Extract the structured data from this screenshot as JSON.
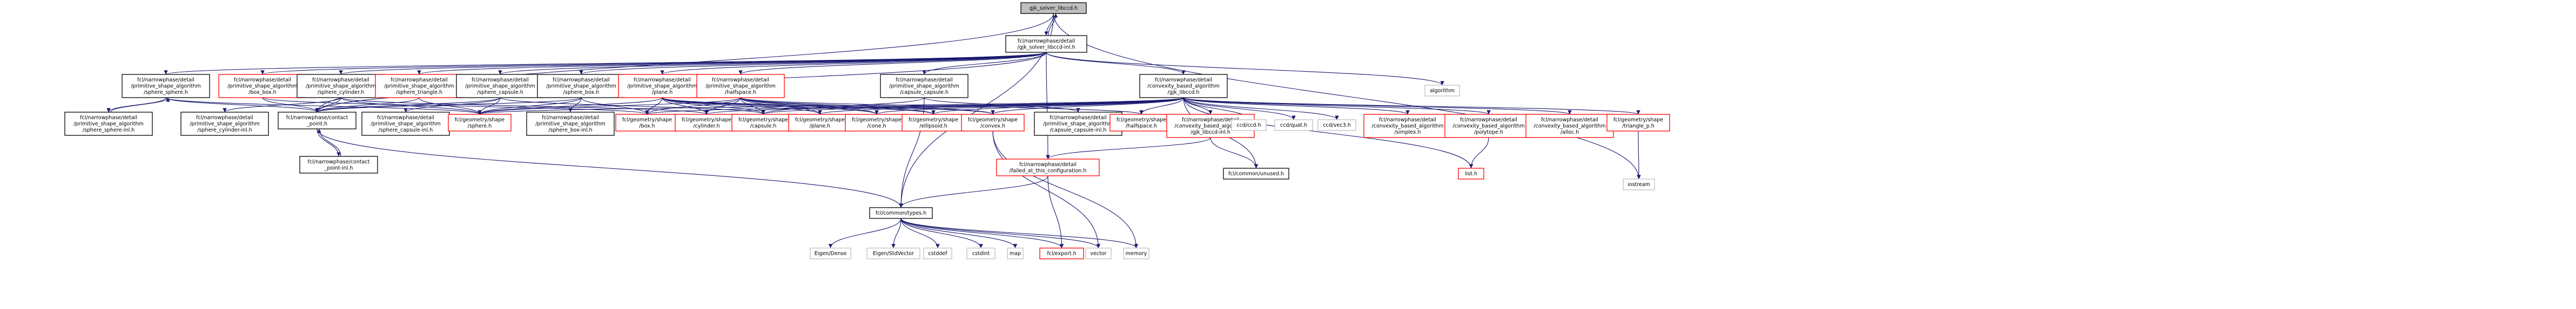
{
  "colors": {
    "edge": "#191970",
    "node_border": "#000000",
    "missing_border": "#ff0000",
    "external_border": "#bfbfbf",
    "root_fill": "#bfbfbf",
    "background": "#ffffff"
  },
  "nodes": [
    {
      "id": "root",
      "lines": [
        "gjk_solver_libccd.h"
      ],
      "style": "root"
    },
    {
      "id": "gjkinl",
      "lines": [
        "fcl/narrowphase/detail",
        "/gjk_solver_libccd-inl.h"
      ],
      "style": "black"
    },
    {
      "id": "sphsph",
      "lines": [
        "fcl/narrowphase/detail",
        "/primitive_shape_algorithm",
        "/sphere_sphere.h"
      ],
      "style": "black"
    },
    {
      "id": "sphbox",
      "lines": [
        "fcl/narrowphase/detail",
        "/primitive_shape_algorithm",
        "/box_box.h"
      ],
      "style": "red"
    },
    {
      "id": "sphcyl",
      "lines": [
        "fcl/narrowphase/detail",
        "/primitive_shape_algorithm",
        "/sphere_cylinder.h"
      ],
      "style": "black"
    },
    {
      "id": "sphtri",
      "lines": [
        "fcl/narrowphase/detail",
        "/primitive_shape_algorithm",
        "/sphere_triangle.h"
      ],
      "style": "red"
    },
    {
      "id": "sphcap",
      "lines": [
        "fcl/narrowphase/detail",
        "/primitive_shape_algorithm",
        "/sphere_capsule.h"
      ],
      "style": "black"
    },
    {
      "id": "sphbx",
      "lines": [
        "fcl/narrowphase/detail",
        "/primitive_shape_algorithm",
        "/sphere_box.h"
      ],
      "style": "black"
    },
    {
      "id": "plane",
      "lines": [
        "fcl/narrowphase/detail",
        "/primitive_shape_algorithm",
        "/plane.h"
      ],
      "style": "red"
    },
    {
      "id": "halfsp",
      "lines": [
        "fcl/narrowphase/detail",
        "/primitive_shape_algorithm",
        "/halfspace.h"
      ],
      "style": "red"
    },
    {
      "id": "capcap",
      "lines": [
        "fcl/narrowphase/detail",
        "/primitive_shape_algorithm",
        "/capsule_capsule.h"
      ],
      "style": "black"
    },
    {
      "id": "gjklibccd",
      "lines": [
        "fcl/narrowphase/detail",
        "/convexity_based_algorithm",
        "/gjk_libccd.h"
      ],
      "style": "black"
    },
    {
      "id": "algorithm",
      "lines": [
        "algorithm"
      ],
      "style": "grey"
    },
    {
      "id": "sphsphinl",
      "lines": [
        "fcl/narrowphase/detail",
        "/primitive_shape_algorithm",
        "/sphere_sphere-inl.h"
      ],
      "style": "black"
    },
    {
      "id": "contact",
      "lines": [
        "fcl/narrowphase/contact",
        "_point.h"
      ],
      "style": "black"
    },
    {
      "id": "sphcylinl",
      "lines": [
        "fcl/narrowphase/detail",
        "/primitive_shape_algorithm",
        "/sphere_cylinder-inl.h"
      ],
      "style": "black"
    },
    {
      "id": "sphcapinl",
      "lines": [
        "fcl/narrowphase/detail",
        "/primitive_shape_algorithm",
        "/sphere_capsule-inl.h"
      ],
      "style": "black"
    },
    {
      "id": "geosphere",
      "lines": [
        "fcl/geometry/shape",
        "/sphere.h"
      ],
      "style": "red"
    },
    {
      "id": "sphboxinl",
      "lines": [
        "fcl/narrowphase/detail",
        "/primitive_shape_algorithm",
        "/sphere_box-inl.h"
      ],
      "style": "black"
    },
    {
      "id": "geobox",
      "lines": [
        "fcl/geometry/shape",
        "/box.h"
      ],
      "style": "red"
    },
    {
      "id": "geocyl",
      "lines": [
        "fcl/geometry/shape",
        "/cylinder.h"
      ],
      "style": "red"
    },
    {
      "id": "geocap",
      "lines": [
        "fcl/geometry/shape",
        "/capsule.h"
      ],
      "style": "red"
    },
    {
      "id": "geoplane",
      "lines": [
        "fcl/geometry/shape",
        "/plane.h"
      ],
      "style": "red"
    },
    {
      "id": "geocone",
      "lines": [
        "fcl/geometry/shape",
        "/cone.h"
      ],
      "style": "red"
    },
    {
      "id": "geoell",
      "lines": [
        "fcl/geometry/shape",
        "/ellipsoid.h"
      ],
      "style": "red"
    },
    {
      "id": "geoconvex",
      "lines": [
        "fcl/geometry/shape",
        "/convex.h"
      ],
      "style": "red"
    },
    {
      "id": "capcapinl",
      "lines": [
        "fcl/narrowphase/detail",
        "/primitive_shape_algorithm",
        "/capsule_capsule-inl.h"
      ],
      "style": "black"
    },
    {
      "id": "geohalf",
      "lines": [
        "fcl/geometry/shape",
        "/halfspace.h"
      ],
      "style": "red"
    },
    {
      "id": "gjkinl2",
      "lines": [
        "fcl/narrowphase/detail",
        "/convexity_based_algorithm",
        "/gjk_libccd-inl.h"
      ],
      "style": "red"
    },
    {
      "id": "ccd",
      "lines": [
        "ccd/ccd.h"
      ],
      "style": "grey"
    },
    {
      "id": "quat",
      "lines": [
        "ccd/quat.h"
      ],
      "style": "grey"
    },
    {
      "id": "vec3",
      "lines": [
        "ccd/vec3.h"
      ],
      "style": "grey"
    },
    {
      "id": "simplex",
      "lines": [
        "fcl/narrowphase/detail",
        "/convexity_based_algorithm",
        "/simplex.h"
      ],
      "style": "red"
    },
    {
      "id": "polytope",
      "lines": [
        "fcl/narrowphase/detail",
        "/convexity_based_algorithm",
        "/polytope.h"
      ],
      "style": "red"
    },
    {
      "id": "alloc",
      "lines": [
        "fcl/narrowphase/detail",
        "/convexity_based_algorithm",
        "/alloc.h"
      ],
      "style": "red"
    },
    {
      "id": "triangle",
      "lines": [
        "fcl/geometry/shape",
        "/triangle_p.h"
      ],
      "style": "red"
    },
    {
      "id": "contactinl",
      "lines": [
        "fcl/narrowphase/contact",
        "_point-inl.h"
      ],
      "style": "black"
    },
    {
      "id": "failed",
      "lines": [
        "fcl/narrowphase/detail",
        "/failed_at_this_configuration.h"
      ],
      "style": "red"
    },
    {
      "id": "unused",
      "lines": [
        "fcl/common/unused.h"
      ],
      "style": "black"
    },
    {
      "id": "list",
      "lines": [
        "list.h"
      ],
      "style": "red"
    },
    {
      "id": "iostream",
      "lines": [
        "iostream"
      ],
      "style": "grey"
    },
    {
      "id": "types",
      "lines": [
        "fcl/common/types.h"
      ],
      "style": "black"
    },
    {
      "id": "eigendense",
      "lines": [
        "Eigen/Dense"
      ],
      "style": "grey"
    },
    {
      "id": "eigenstd",
      "lines": [
        "Eigen/StdVector"
      ],
      "style": "grey"
    },
    {
      "id": "cstddef",
      "lines": [
        "cstddef"
      ],
      "style": "grey"
    },
    {
      "id": "cstdint",
      "lines": [
        "cstdint"
      ],
      "style": "grey"
    },
    {
      "id": "map",
      "lines": [
        "map"
      ],
      "style": "grey"
    },
    {
      "id": "export",
      "lines": [
        "fcl/export.h"
      ],
      "style": "red"
    },
    {
      "id": "vector",
      "lines": [
        "vector"
      ],
      "style": "grey"
    },
    {
      "id": "memory",
      "lines": [
        "memory"
      ],
      "style": "grey"
    }
  ],
  "edges": [
    [
      "root",
      "gjkinl"
    ],
    [
      "gjkinl",
      "root"
    ],
    [
      "root",
      "contact"
    ],
    [
      "root",
      "types"
    ],
    [
      "root",
      "iostream"
    ],
    [
      "gjkinl",
      "sphsph"
    ],
    [
      "gjkinl",
      "sphbox"
    ],
    [
      "gjkinl",
      "sphcyl"
    ],
    [
      "gjkinl",
      "sphtri"
    ],
    [
      "gjkinl",
      "sphcap"
    ],
    [
      "gjkinl",
      "sphbx"
    ],
    [
      "gjkinl",
      "plane"
    ],
    [
      "gjkinl",
      "halfsp"
    ],
    [
      "gjkinl",
      "capcap"
    ],
    [
      "gjkinl",
      "gjklibccd"
    ],
    [
      "gjkinl",
      "algorithm"
    ],
    [
      "gjkinl",
      "contact"
    ],
    [
      "gjkinl",
      "failed"
    ],
    [
      "sphsph",
      "sphsphinl"
    ],
    [
      "sphsphinl",
      "sphsph"
    ],
    [
      "sphsph",
      "contact"
    ],
    [
      "sphsph",
      "geosphere"
    ],
    [
      "sphbox",
      "contact"
    ],
    [
      "sphbox",
      "geobox"
    ],
    [
      "sphcyl",
      "sphcylinl"
    ],
    [
      "sphcyl",
      "contact"
    ],
    [
      "sphcyl",
      "geosphere"
    ],
    [
      "sphcyl",
      "geocyl"
    ],
    [
      "sphtri",
      "geosphere"
    ],
    [
      "sphtri",
      "contact"
    ],
    [
      "sphcap",
      "sphcapinl"
    ],
    [
      "sphcap",
      "contact"
    ],
    [
      "sphcap",
      "geosphere"
    ],
    [
      "sphcap",
      "geocap"
    ],
    [
      "sphbx",
      "sphboxinl"
    ],
    [
      "sphbx",
      "geobox"
    ],
    [
      "sphbx",
      "geosphere"
    ],
    [
      "sphbx",
      "contact"
    ],
    [
      "plane",
      "geoplane"
    ],
    [
      "plane",
      "geobox"
    ],
    [
      "plane",
      "geocap"
    ],
    [
      "plane",
      "geocyl"
    ],
    [
      "plane",
      "geocone"
    ],
    [
      "plane",
      "geoell"
    ],
    [
      "plane",
      "geoconvex"
    ],
    [
      "plane",
      "geosphere"
    ],
    [
      "halfsp",
      "geohalf"
    ],
    [
      "halfsp",
      "geobox"
    ],
    [
      "halfsp",
      "geocap"
    ],
    [
      "halfsp",
      "geocyl"
    ],
    [
      "halfsp",
      "geocone"
    ],
    [
      "halfsp",
      "geoell"
    ],
    [
      "halfsp",
      "geoconvex"
    ],
    [
      "halfsp",
      "geosphere"
    ],
    [
      "halfsp",
      "geoplane"
    ],
    [
      "capcap",
      "capcapinl"
    ],
    [
      "capcap",
      "geocap"
    ],
    [
      "capcap",
      "types"
    ],
    [
      "gjklibccd",
      "gjkinl2"
    ],
    [
      "gjklibccd",
      "ccd"
    ],
    [
      "gjklibccd",
      "quat"
    ],
    [
      "gjklibccd",
      "vec3"
    ],
    [
      "gjklibccd",
      "simplex"
    ],
    [
      "gjklibccd",
      "polytope"
    ],
    [
      "gjklibccd",
      "alloc"
    ],
    [
      "gjklibccd",
      "triangle"
    ],
    [
      "gjklibccd",
      "unused"
    ],
    [
      "gjklibccd",
      "list"
    ],
    [
      "gjklibccd",
      "geobox"
    ],
    [
      "gjklibccd",
      "geocap"
    ],
    [
      "gjklibccd",
      "geocone"
    ],
    [
      "gjklibccd",
      "geoconvex"
    ],
    [
      "gjklibccd",
      "geocyl"
    ],
    [
      "gjklibccd",
      "geoell"
    ],
    [
      "gjklibccd",
      "geohalf"
    ],
    [
      "gjklibccd",
      "geoplane"
    ],
    [
      "gjklibccd",
      "geosphere"
    ],
    [
      "gjkinl2",
      "failed"
    ],
    [
      "gjkinl2",
      "unused"
    ],
    [
      "contact",
      "contactinl"
    ],
    [
      "contactinl",
      "contact"
    ],
    [
      "contact",
      "types"
    ],
    [
      "failed",
      "types"
    ],
    [
      "failed",
      "export"
    ],
    [
      "polytope",
      "list"
    ],
    [
      "triangle",
      "iostream"
    ],
    [
      "geoconvex",
      "vector"
    ],
    [
      "geoconvex",
      "memory"
    ],
    [
      "types",
      "eigendense"
    ],
    [
      "types",
      "eigenstd"
    ],
    [
      "types",
      "cstddef"
    ],
    [
      "types",
      "cstdint"
    ],
    [
      "types",
      "map"
    ],
    [
      "types",
      "export"
    ],
    [
      "types",
      "vector"
    ],
    [
      "types",
      "memory"
    ]
  ]
}
